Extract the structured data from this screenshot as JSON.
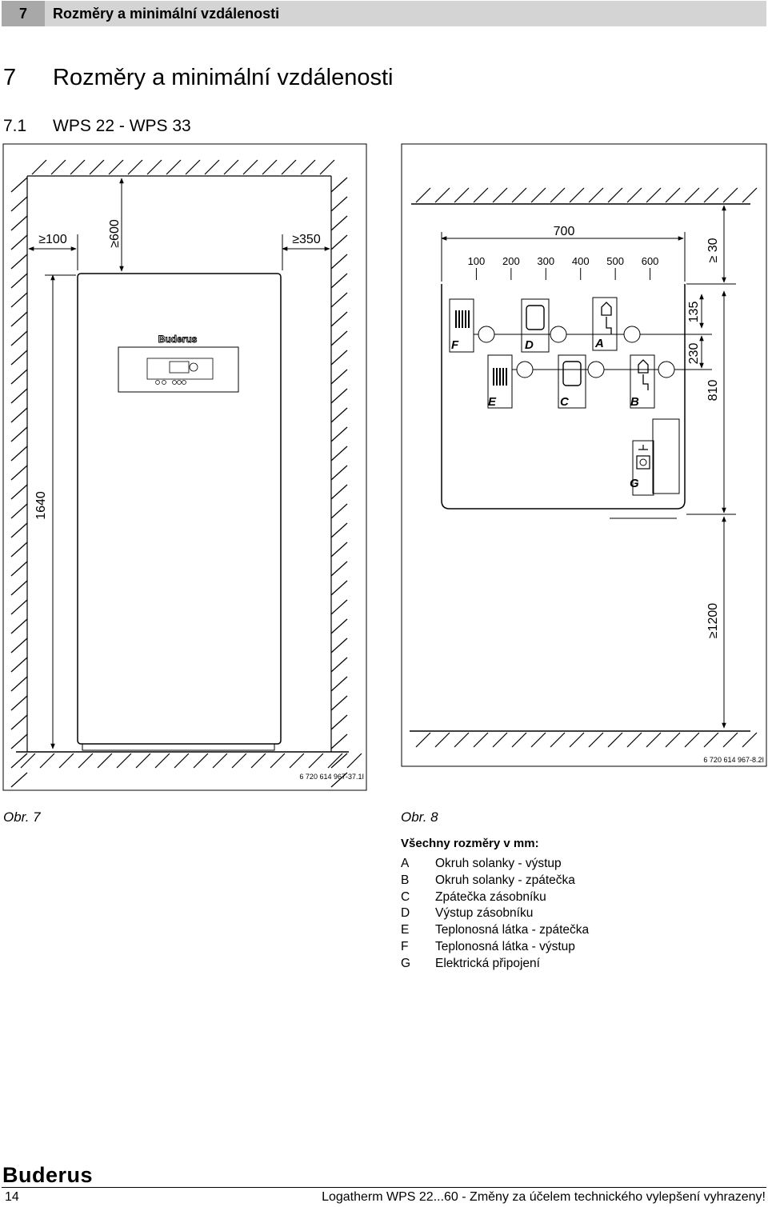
{
  "header": {
    "chapter_number": "7",
    "chapter_title": "Rozměry a minimální vzdálenosti"
  },
  "section": {
    "number": "7",
    "title": "Rozměry a minimální vzdálenosti"
  },
  "subsection": {
    "number": "7.1",
    "title": "WPS 22 - WPS 33"
  },
  "figure7": {
    "brand": "Buderus",
    "dim_side_left": "≥100",
    "dim_top": "≥600",
    "dim_side_right": "≥350",
    "dim_height": "1640",
    "ref_code": "6 720 614 967-37.1I",
    "caption": "Obr. 7"
  },
  "figure8": {
    "dim_width": "700",
    "scale": [
      "100",
      "200",
      "300",
      "400",
      "500",
      "600"
    ],
    "dim_top": "≥ 30",
    "dim_row1": "135",
    "dim_row2": "230",
    "dim_total": "810",
    "dim_floor": "≥1200",
    "connections": [
      "F",
      "D",
      "A",
      "E",
      "C",
      "B",
      "G"
    ],
    "ref_code": "6 720 614 967-8.2I",
    "caption": "Obr. 8"
  },
  "legend": {
    "title": "Všechny rozměry v mm:",
    "items": [
      {
        "key": "A",
        "text": "Okruh solanky - výstup"
      },
      {
        "key": "B",
        "text": "Okruh solanky - zpátečka"
      },
      {
        "key": "C",
        "text": "Zpátečka zásobníku"
      },
      {
        "key": "D",
        "text": "Výstup zásobníku"
      },
      {
        "key": "E",
        "text": "Teplonosná látka - zpátečka"
      },
      {
        "key": "F",
        "text": "Teplonosná látka - výstup"
      },
      {
        "key": "G",
        "text": "Elektrická připojení"
      }
    ]
  },
  "footer": {
    "brand": "Buderus",
    "page": "14",
    "text": "Logatherm WPS 22...60 - Změny za účelem technického vylepšení vyhrazeny!"
  }
}
